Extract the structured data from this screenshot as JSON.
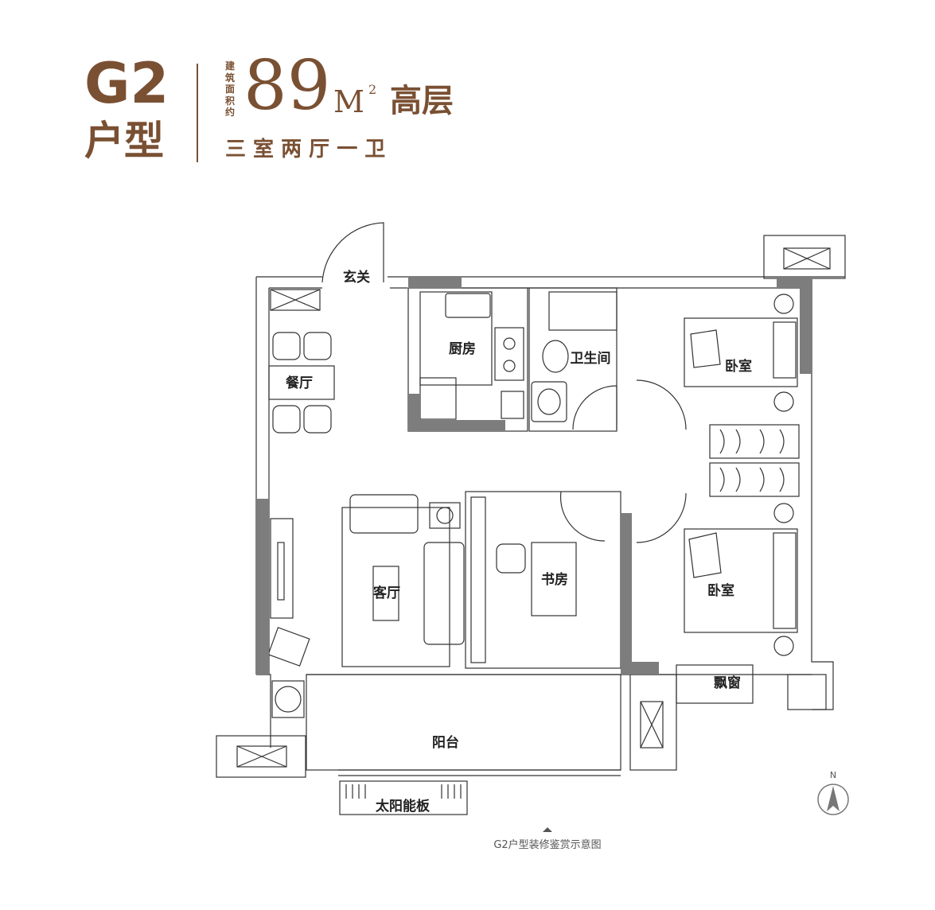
{
  "header": {
    "unit_code": "G2",
    "unit_suffix": "户型",
    "area_caption": "建筑面积约",
    "area_value": "89",
    "area_unit": "M",
    "area_sup": "2",
    "building_type": "高层",
    "layout_desc": "三 室 两 厅 一 卫",
    "accent_color": "#7a5033"
  },
  "rooms": {
    "entrance": "玄关",
    "kitchen": "厨房",
    "bathroom": "卫生间",
    "bedroom_top": "卧室",
    "dining": "餐厅",
    "living": "客厅",
    "study": "书房",
    "bedroom_bottom": "卧室",
    "bay_window": "飘窗",
    "balcony": "阳台",
    "solar_panel": "太阳能板"
  },
  "compass": {
    "label": "N",
    "icon": "north-arrow-icon"
  },
  "caption": "G2户型装修鉴赏示意图",
  "colors": {
    "wall": "#7d7d7d",
    "line": "#333333"
  }
}
